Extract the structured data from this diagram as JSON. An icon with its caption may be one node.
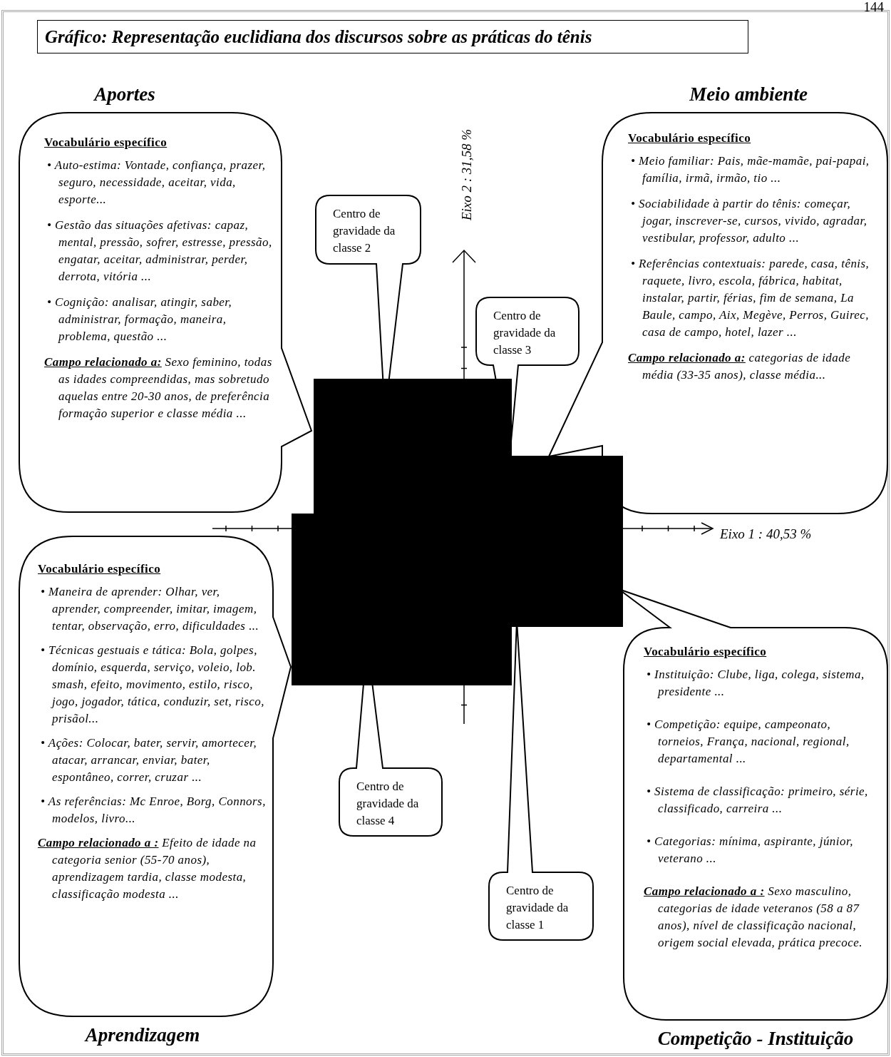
{
  "diagram": {
    "title": "Gráfico: Representação euclidiana dos discursos sobre as práticas do tênis",
    "nodes": [
      {
        "text": [
          "Aportes",
          "Vocabulário específico",
          "• Auto-estima: Vontade, confiança, prazer, seguro, necessidade, aceitar, vida, esporte...",
          "• Gestão das situações afetivas: capaz, mental, pressão, sofrer, estresse, pressão, engatar, aceitar, administrar, perder, derrota, vitória ...",
          "• Cognição: analisar, atingir, saber, administrar, formação, maneira, problema, questão ...",
          "**Campo relacionado a:** Sexo feminino, todas as idades compreendidas, mas sobretudo aquelas entre 20-30 anos, de preferência formação superior e classe média ..."
        ]
      },
      {
        "text": [
          "Meio ambiente",
          "Vocabulário específico",
          "• Meio familiar: Pais, mãe-mamãe, pai-papai, família, irmã, irmão, tio ...",
          "• Sociabilidade à partir do tênis: começar, jogar, inscrever-se, cursos, vivido, agradar, vestibular, professor, adulto ...",
          "• Referências contextuais: parede, casa, tênis, raquete, livro, escola, fábrica, habitat, instalar, partir, férias, fim de semana, La Baule, campo, Aix, Megève, Perros, Guirec, casa de campo, hotel, lazer ...",
          "**Campo relacionado a:** categorias de idade média (33-35 anos), classe média..."
        ]
      },
      {
        "text": [
          "Centro de gravidade da classe 2"
        ]
      },
      {
        "text": [
          "Centro de gravidade da classe 3"
        ]
      },
      {
        "text": [
          "Vocabulário específico",
          "• Maneira de aprender: Olhar, ver, aprender, compreender, imitar, imagem, tentar, observação, erro, dificuldades ...",
          "• Técnicas gestuais e tática: Bola, golpes, domínio, esquerda, serviço, voleio, lob. smash, efeito, movimento, estilo, risco, jogo, jogador, tática, conduzir, set, risco, prisãol...",
          "• Ações: Colocar, bater, servir, amortecer, atacar, arrancar, enviar, bater, espontâneo, correr, cruzar ...",
          "• As referências: Mc Enroe, Borg, Connors, modelos, livro...",
          "**Campo relacionado a :** Efeito de idade na categoria senior (55-70 anos), aprendizagem tardia, classe modesta, classificação modesta ...",
          "Aprendizagem"
        ]
      },
      {
        "text": [
          "Centro de gravidade da classe 4"
        ]
      },
      {
        "text": [
          "Centro de gravidade da classe 1"
        ]
      },
      {
        "text": [
          "Vocabulário específico",
          "• Instituição: Clube, liga, colega, sistema, presidente ...",
          "• Competição: equipe, campeonato, torneios, França, nacional, regional, departamental ...",
          "• Sistema de classificação: primeiro, série, classificado, carreira ...",
          "• Categorias: mínima, aspirante, júnior, veterano ...",
          "**Campo relacionado a :** Sexo masculino, categorias de idade veteranos (58 a 87 anos), nível de classificação nacional, origem social elevada, prática precoce.",
          "Competição - Instituição"
        ]
      }
    ],
    "labels": [
      "144",
      "Eixo 2 : 31,58 %",
      "Eixo 1 : 40,53 %"
    ]
  }
}
